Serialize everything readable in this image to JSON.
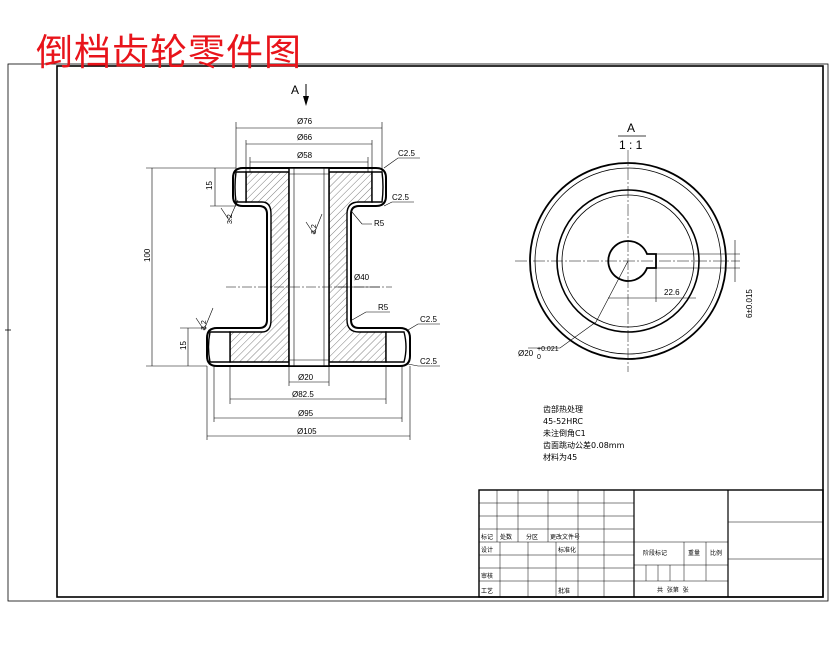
{
  "title": "倒档齿轮零件图",
  "section_view": {
    "view_marker": "A",
    "diameters": [
      "Ø76",
      "Ø66",
      "Ø58",
      "Ø40",
      "Ø20",
      "Ø82.5",
      "Ø95",
      "Ø105"
    ],
    "chamfers": [
      "C2.5",
      "C2.5",
      "C2.5",
      "C2.5"
    ],
    "radii": [
      "R5",
      "R5"
    ],
    "lengths": [
      "15",
      "100",
      "15"
    ],
    "roughness": [
      "3.2",
      "3.2",
      "3.2"
    ]
  },
  "end_view": {
    "label": "A",
    "scale": "1 : 1",
    "bore": "Ø20",
    "bore_tol_upper": "+0.021",
    "bore_tol_lower": "0",
    "keyway_depth": "22.6",
    "keyway_width": "6±0.015"
  },
  "notes": [
    "齿部热处理",
    "45-52HRC",
    "未注倒角C1",
    "齿面跳动公差0.08mm",
    "材料为45"
  ],
  "title_block": {
    "mark": "标记",
    "count": "处数",
    "zone": "分区",
    "doc_no": "更改文件号",
    "design": "设计",
    "standardize": "标准化",
    "review": "审核",
    "process": "工艺",
    "approve": "批准",
    "stage": "阶段标记",
    "weight": "重量",
    "ratio": "比例",
    "sheets": "共  张第  张"
  },
  "colors": {
    "title": "#e8141b",
    "line": "#000000",
    "paper": "#ffffff"
  }
}
